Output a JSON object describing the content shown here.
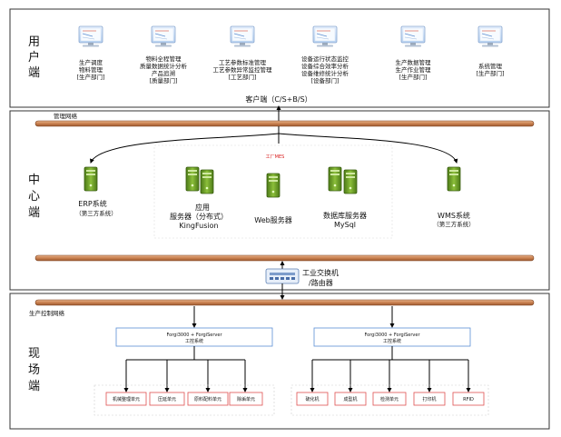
{
  "user_zone": {
    "label": [
      "用",
      "户",
      "端"
    ],
    "terminals": [
      {
        "lines": [
          "生产调度",
          "物料管理",
          "[生产部门]"
        ]
      },
      {
        "lines": [
          "物料全程管理",
          "质量数据统计分析",
          "产品追溯",
          "[质量部门]"
        ]
      },
      {
        "lines": [
          "工艺参数标准管理",
          "工艺参数异常监控管理",
          "[工艺部门]"
        ]
      },
      {
        "lines": [
          "设备运行状态监控",
          "设备综合效率分析",
          "设备维修统计分析",
          "[设备部门]"
        ]
      },
      {
        "lines": [
          "生产数据管理",
          "生产作业管理",
          "[生产部门]"
        ]
      },
      {
        "lines": [
          "系统管理",
          "[生产部门]"
        ]
      }
    ],
    "client_label": "客户端（C/S+B/S）"
  },
  "center_zone": {
    "label": [
      "中",
      "心",
      "端"
    ],
    "network_label": "管理网络",
    "mes_title": "工厂MES",
    "servers": [
      {
        "name": "erp-server",
        "lines": [
          "ERP系统",
          "（第三方系统）"
        ]
      },
      {
        "name": "app-server",
        "lines": [
          "应用",
          "服务器（分布式）",
          "KingFusion"
        ]
      },
      {
        "name": "web-server",
        "lines": [
          "Web服务器"
        ]
      },
      {
        "name": "db-server",
        "lines": [
          "数据库服务器",
          "MySql"
        ]
      },
      {
        "name": "wms-server",
        "lines": [
          "WMS系统",
          "（第三方系统）"
        ]
      }
    ],
    "switch_lines": [
      "工业交换机",
      "/路由器"
    ]
  },
  "field_zone": {
    "label": [
      "现",
      "场",
      "端"
    ],
    "network_label": "生产控制网络",
    "gateways": [
      {
        "lines": [
          "Forgi3000 + ForgiServer",
          "工控系统"
        ]
      },
      {
        "lines": [
          "Forgi3000 + ForgiServer",
          "工控系统"
        ]
      }
    ],
    "left_units": [
      "机械整理单元",
      "压延单元",
      "原料配料单元",
      "除垢单元"
    ],
    "right_units": [
      "硫化机",
      "成型机",
      "检测单元",
      "打印机",
      "RFID"
    ]
  },
  "colors": {
    "pipe": "#c9804f",
    "pipe_edge": "#7a3f1d",
    "server_green": "#6a9a2a",
    "gateway_border": "#5b8fd6",
    "unit_border": "#e05050"
  }
}
